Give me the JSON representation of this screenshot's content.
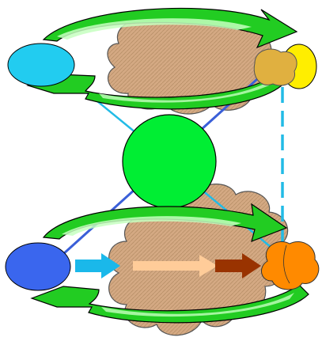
{
  "diagram": {
    "background": "#ffffff",
    "colors": {
      "cloud_fill": "#d4a983",
      "cloud_stroke": "#555555",
      "cloud_hatch": "#9b7f63",
      "swirl_fill": "#22cc22",
      "swirl_highlight": "#c6ffc0",
      "swirl_stroke": "#000000",
      "center_circle": "#00ee33",
      "top_left_ellipse": "#22ccf0",
      "top_right_yellow": "#ffee00",
      "top_right_orange": "#e0b040",
      "bottom_left_ellipse": "#3a66ee",
      "bottom_right_orange": "#ff8a00",
      "connector_lightblue": "#22bbe6",
      "connector_blue": "#3a5fd8",
      "arrow_cyan": "#1ab8ea",
      "arrow_peach": "#ffcc99",
      "arrow_brown": "#993300"
    },
    "icons": [
      "cloud-shape",
      "swirl-arrow-shape",
      "block-arrow-shape"
    ]
  }
}
